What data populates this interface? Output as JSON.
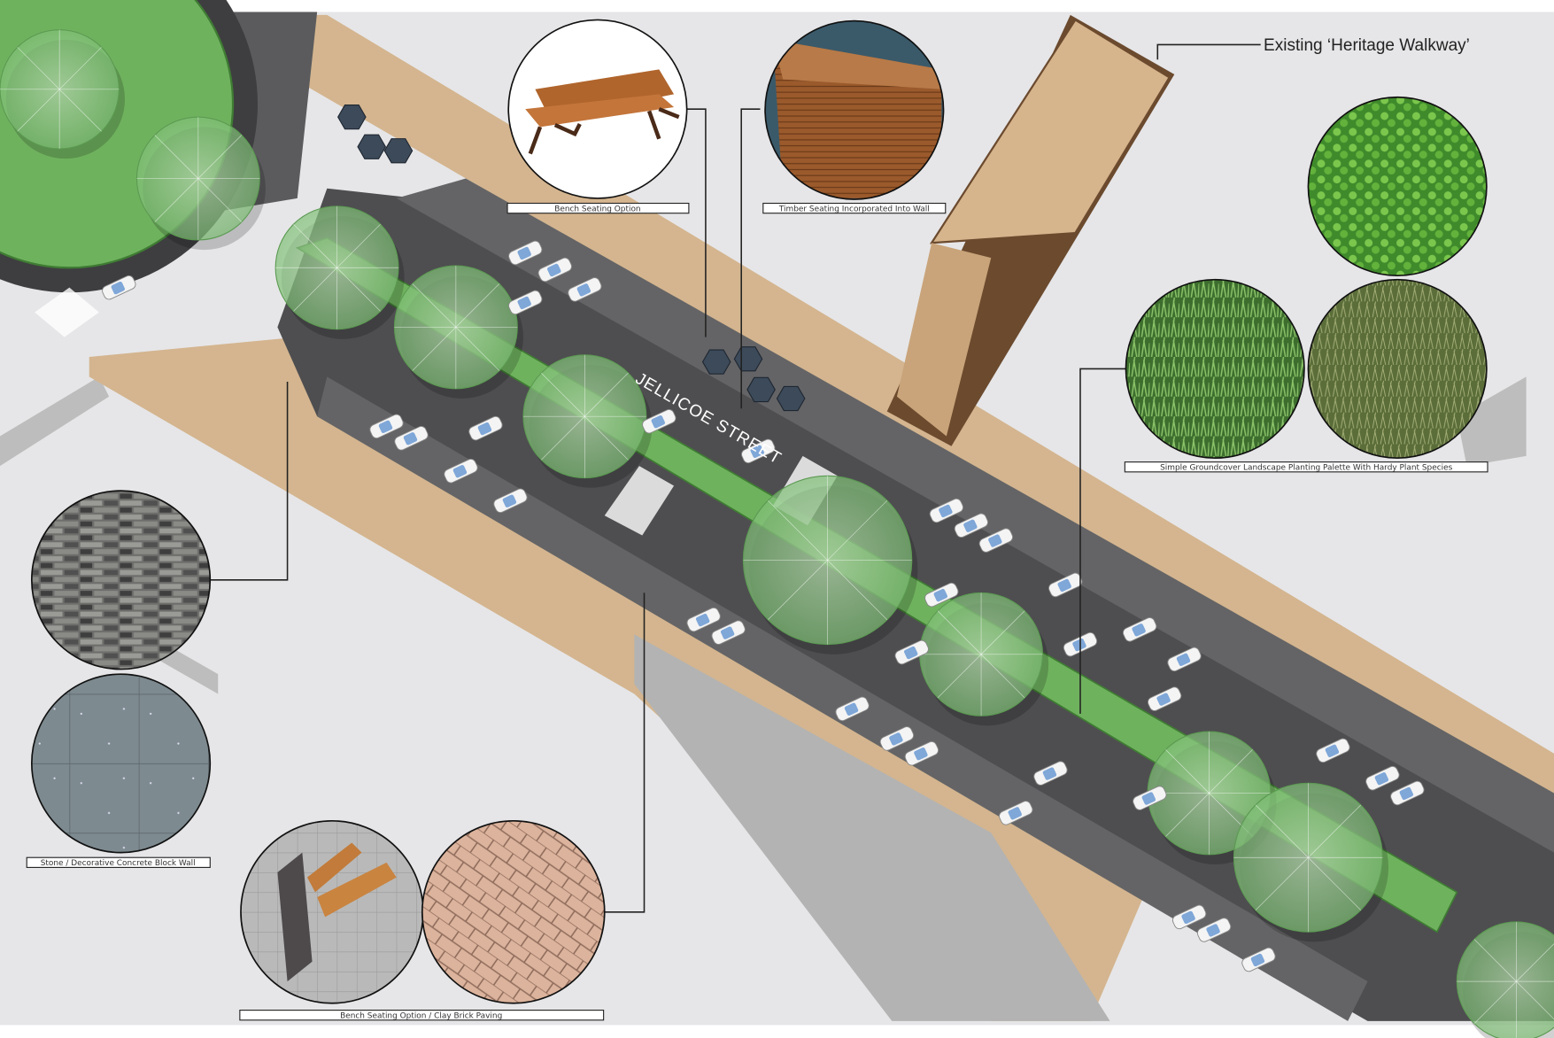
{
  "plan": {
    "street_name": "JELLICOE STREET",
    "heritage_label": "Existing ‘Heritage Walkway’"
  },
  "callouts": [
    {
      "id": "bench-top",
      "label": "Bench Seating Option"
    },
    {
      "id": "timber",
      "label": "Timber Seating Incorporated Into Wall"
    },
    {
      "id": "groundcover",
      "label": "Simple Groundcover Landscape Planting Palette With Hardy Plant Species"
    },
    {
      "id": "wall",
      "label": "Stone / Decorative Concrete Block Wall"
    },
    {
      "id": "paving",
      "label": "Bench Seating Option / Clay Brick Paving"
    }
  ],
  "colors": {
    "background": "#e6e6e8",
    "road": "#5a5a5c",
    "parking": "#4a4a4c",
    "footpath": "#d2b48c",
    "planting": "#6fb25e",
    "tree": "#8fc888"
  }
}
